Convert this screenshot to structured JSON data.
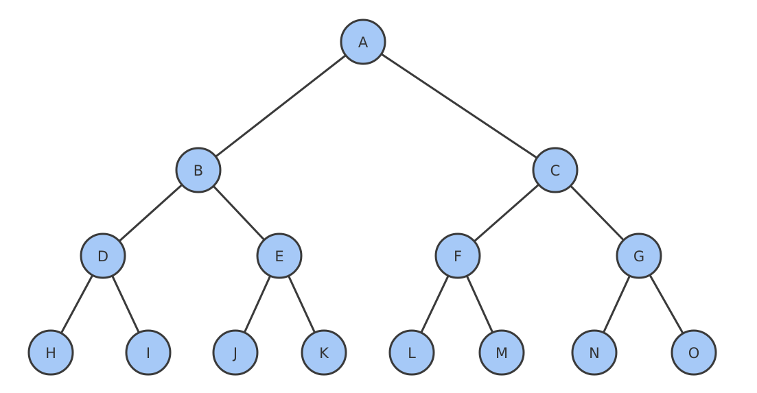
{
  "tree": {
    "nodes": [
      {
        "id": "A",
        "label": "A"
      },
      {
        "id": "B",
        "label": "B"
      },
      {
        "id": "C",
        "label": "C"
      },
      {
        "id": "D",
        "label": "D"
      },
      {
        "id": "E",
        "label": "E"
      },
      {
        "id": "F",
        "label": "F"
      },
      {
        "id": "G",
        "label": "G"
      },
      {
        "id": "H",
        "label": "H"
      },
      {
        "id": "I",
        "label": "I"
      },
      {
        "id": "J",
        "label": "J"
      },
      {
        "id": "K",
        "label": "K"
      },
      {
        "id": "L",
        "label": "L"
      },
      {
        "id": "M",
        "label": "M"
      },
      {
        "id": "N",
        "label": "N"
      },
      {
        "id": "O",
        "label": "O"
      }
    ],
    "edges": [
      [
        "A",
        "B"
      ],
      [
        "A",
        "C"
      ],
      [
        "B",
        "D"
      ],
      [
        "B",
        "E"
      ],
      [
        "C",
        "F"
      ],
      [
        "C",
        "G"
      ],
      [
        "D",
        "H"
      ],
      [
        "D",
        "I"
      ],
      [
        "E",
        "J"
      ],
      [
        "E",
        "K"
      ],
      [
        "F",
        "L"
      ],
      [
        "F",
        "M"
      ],
      [
        "G",
        "N"
      ],
      [
        "G",
        "O"
      ]
    ],
    "colors": {
      "node_fill": "#a6c9f7",
      "node_stroke": "#3a3a3a",
      "edge": "#3a3a3a",
      "label": "#333333"
    }
  }
}
